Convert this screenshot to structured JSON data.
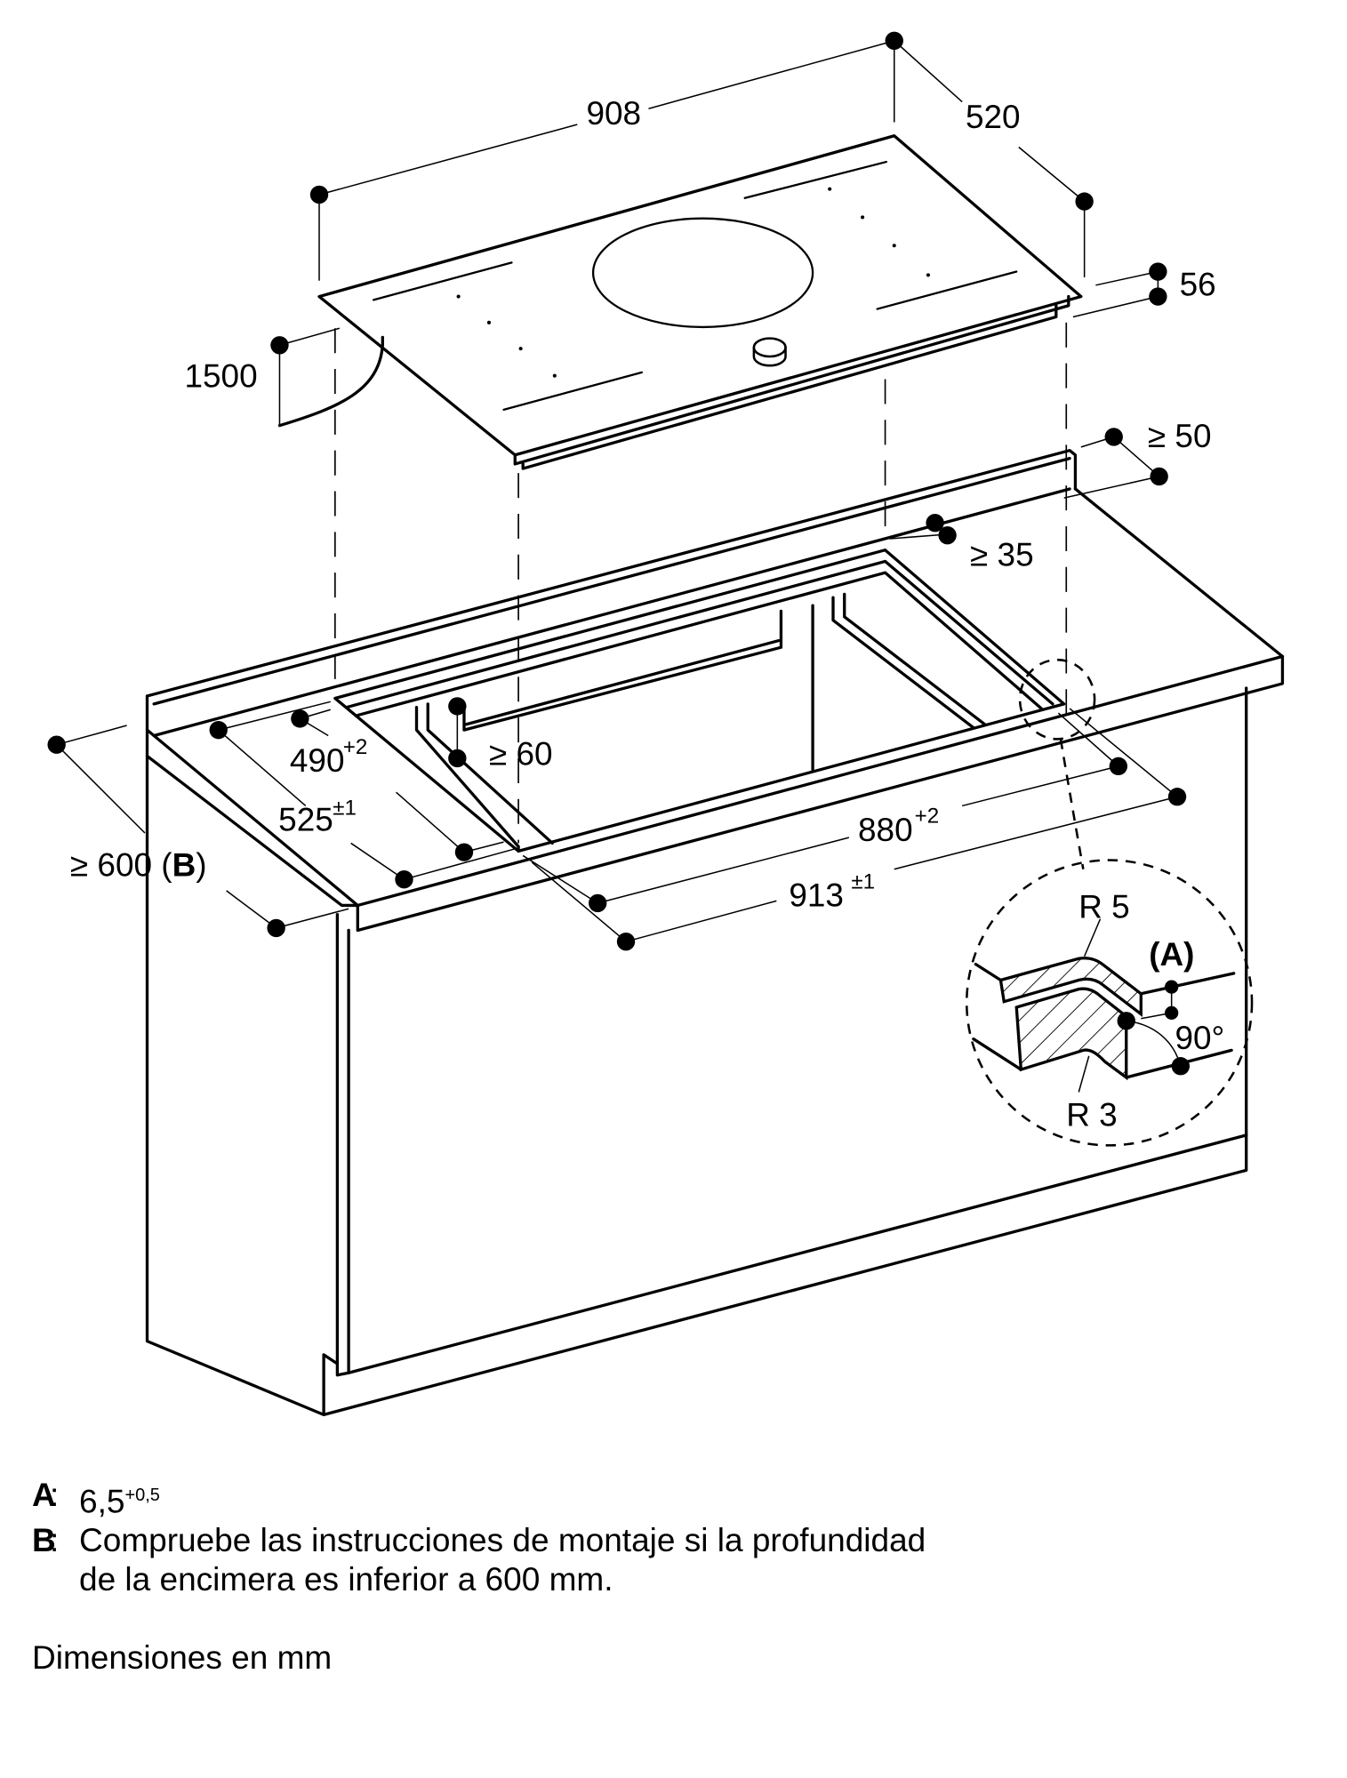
{
  "dimensions": {
    "hob_width": "908",
    "hob_depth": "520",
    "hob_height": "56",
    "cable_length": "1500",
    "back_clearance": "≥ 50",
    "rear_edge_min": "≥ 35",
    "front_edge_min": "≥ 60",
    "cutout_depth_inner": "490",
    "cutout_depth_inner_tol": "+2",
    "cutout_depth_outer": "525",
    "cutout_depth_outer_tol": "±1",
    "worktop_depth": "≥ 600 (",
    "worktop_depth_ref": "B",
    "worktop_depth_close": ")",
    "cutout_width_inner": "880",
    "cutout_width_inner_tol": "+2",
    "cutout_width_outer": "913",
    "cutout_width_outer_tol": "±1"
  },
  "detail": {
    "radius_top": "R 5",
    "radius_bottom": "R 3",
    "ref_a": "(A)",
    "angle": "90°"
  },
  "notes": [
    {
      "key": "A",
      "text": "6,5",
      "superscript": "+0,5"
    },
    {
      "key": "B",
      "text": "Compruebe las instrucciones de montaje si la profundidad",
      "continuation": "de la encimera es inferior a 600 mm."
    }
  ],
  "units_note": "Dimensiones en mm"
}
